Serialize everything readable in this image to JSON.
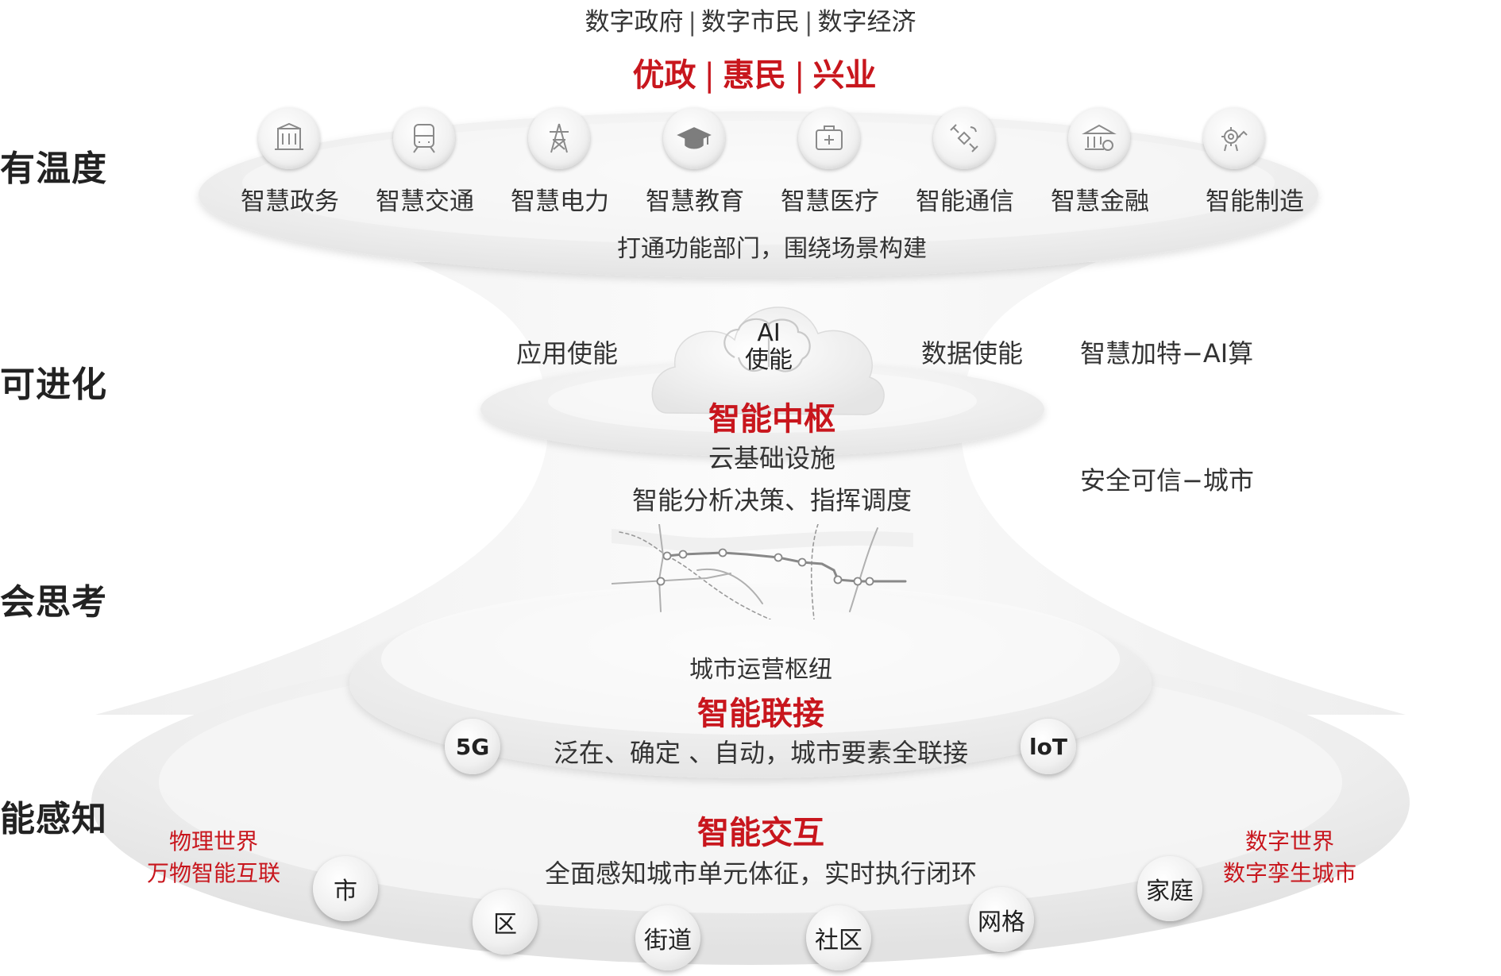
{
  "levels": [
    "有温度",
    "可进化",
    "会思考",
    "能感知"
  ],
  "header": {
    "line1": [
      "数字政府",
      "数字市民",
      "数字经济"
    ],
    "line2": [
      "优政",
      "惠民",
      "兴业"
    ]
  },
  "domains": [
    {
      "label": "智慧政务",
      "icon": "government-building-icon"
    },
    {
      "label": "智慧交通",
      "icon": "train-icon"
    },
    {
      "label": "智慧电力",
      "icon": "power-tower-icon"
    },
    {
      "label": "智慧教育",
      "icon": "graduation-cap-icon"
    },
    {
      "label": "智慧医疗",
      "icon": "medical-kit-icon"
    },
    {
      "label": "智能通信",
      "icon": "satellite-icon"
    },
    {
      "label": "智慧金融",
      "icon": "bank-icon"
    },
    {
      "label": "智能制造",
      "icon": "robot-gear-icon"
    }
  ],
  "domains_caption": "打通功能部门，围绕场景构建",
  "hub": {
    "app_enable": "应用使能",
    "ai_line1": "AI",
    "ai_line2": "使能",
    "data_enable": "数据使能",
    "right_top": "智慧加特−AI算",
    "title": "智能中枢",
    "line1": "云基础设施",
    "line2": "智能分析决策、指挥调度",
    "right_bottom": "安全可信−城市"
  },
  "connect": {
    "ops": "城市运营枢纽",
    "title": "智能联接",
    "desc": "泛在、确定 、自动，城市要素全联接",
    "left_node": "5G",
    "right_node": "loT"
  },
  "interact": {
    "title": "智能交互",
    "desc": "全面感知城市单元体征，实时执行闭环",
    "left_red": [
      "物理世界",
      "万物智能互联"
    ],
    "right_red": [
      "数字世界",
      "数字孪生城市"
    ],
    "nodes": [
      "市",
      "区",
      "街道",
      "社区",
      "网格",
      "家庭"
    ]
  },
  "colors": {
    "accent_red": "#c8161d",
    "text": "#333333",
    "shape": "#ececec"
  }
}
